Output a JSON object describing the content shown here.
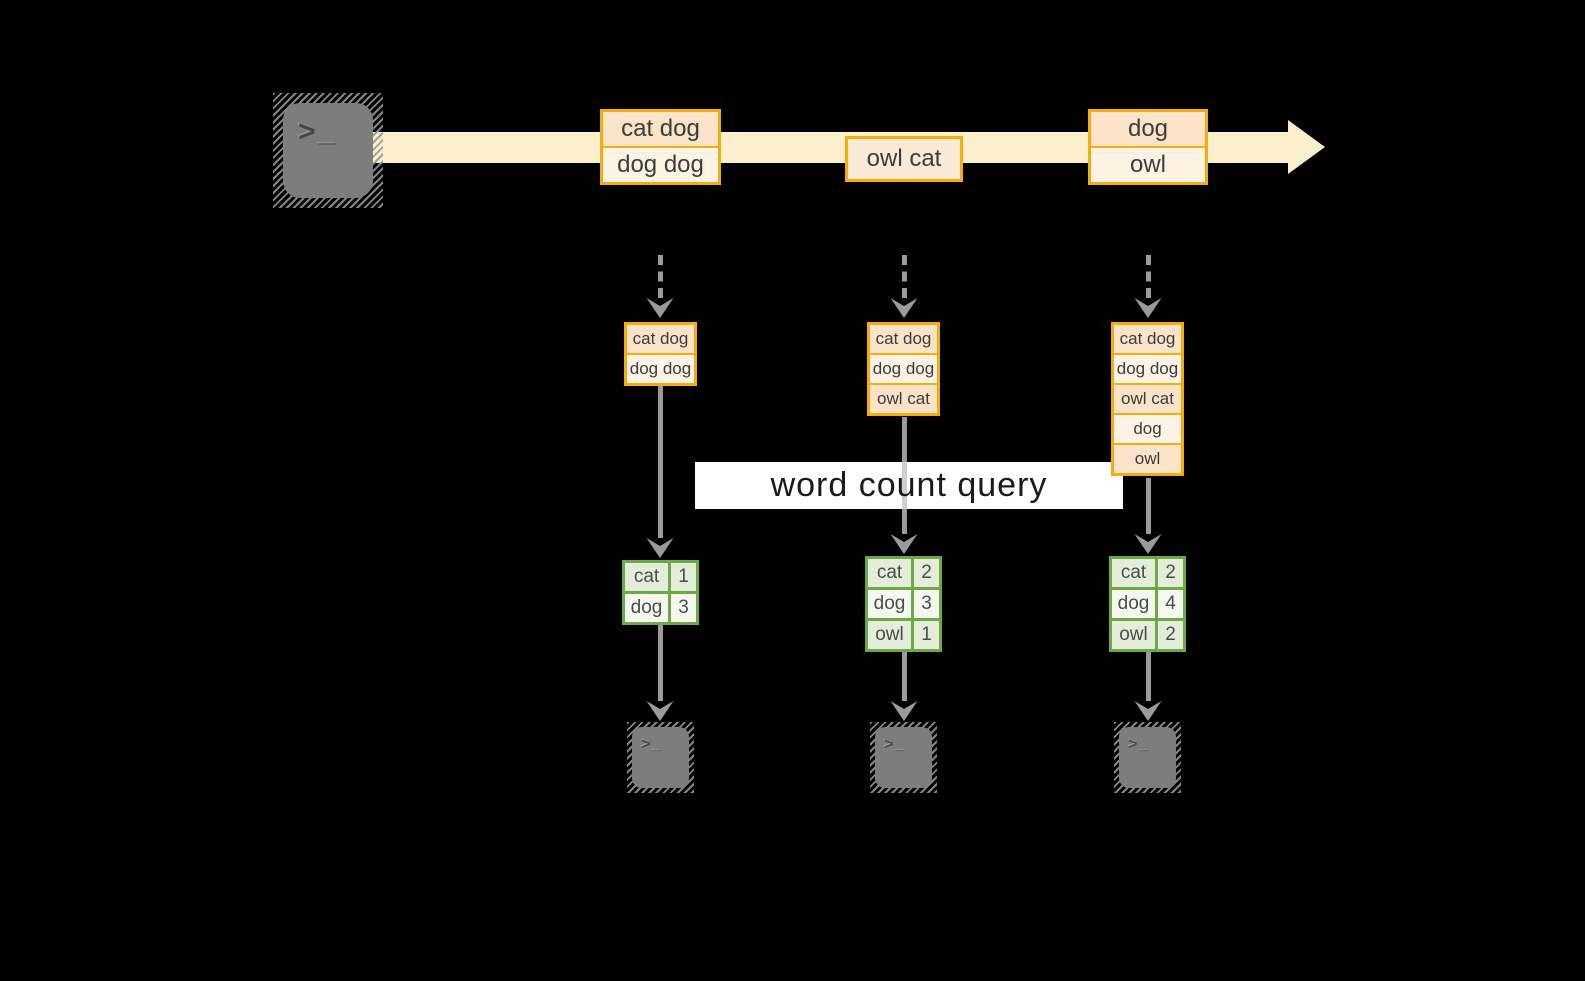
{
  "colors": {
    "canvas-bg": "#000000",
    "amber": "#F3AE0C",
    "peach": "#FAE3C8",
    "cream": "#FDF3E4",
    "peach-mid": "#FBE9D6",
    "stream": "#FCF0CC",
    "green": "#6DA944",
    "green-cell": "#E4EDDA",
    "green-cell-light": "#F4F8EF",
    "arrow": "#9B9B9B",
    "arrow-faded": "#CFCFCF",
    "terminal": "#7D7D7D",
    "glyph": "#474747",
    "ink": "#3C3C3B",
    "ink-green": "#4C4C4C",
    "query-bg": "#FFFFFF",
    "query-ink": "#1B1B1B"
  },
  "source_terminal": {
    "icon": "terminal-icon",
    "prompt": ">_"
  },
  "stream": {
    "events": [
      {
        "lines": [
          "cat dog",
          "dog dog"
        ]
      },
      {
        "lines": [
          "owl cat"
        ]
      },
      {
        "lines": [
          "dog",
          "owl"
        ]
      }
    ]
  },
  "query": {
    "label": "word count query"
  },
  "columns": [
    {
      "state": [
        "cat dog",
        "dog dog"
      ],
      "counts": [
        {
          "word": "cat",
          "count": "1"
        },
        {
          "word": "dog",
          "count": "3"
        }
      ],
      "terminal_prompt": ">_"
    },
    {
      "state": [
        "cat dog",
        "dog dog",
        "owl cat"
      ],
      "counts": [
        {
          "word": "cat",
          "count": "2"
        },
        {
          "word": "dog",
          "count": "3"
        },
        {
          "word": "owl",
          "count": "1"
        }
      ],
      "terminal_prompt": ">_"
    },
    {
      "state": [
        "cat dog",
        "dog dog",
        "owl cat",
        "dog",
        "owl"
      ],
      "counts": [
        {
          "word": "cat",
          "count": "2"
        },
        {
          "word": "dog",
          "count": "4"
        },
        {
          "word": "owl",
          "count": "2"
        }
      ],
      "terminal_prompt": ">_"
    }
  ]
}
